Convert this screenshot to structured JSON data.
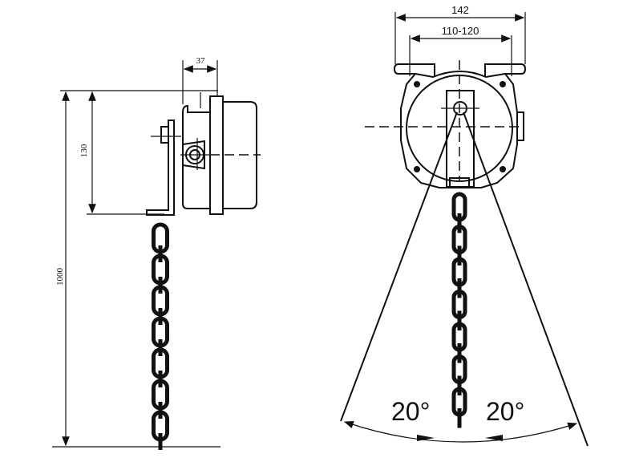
{
  "left_view": {
    "dim_width": "37",
    "dim_height_short": "130",
    "dim_height_total": "1000"
  },
  "front_view": {
    "dim_outer": "142",
    "dim_inner": "110-120",
    "angle_left": "20°",
    "angle_right": "20°"
  },
  "colors": {
    "line": "#111111",
    "background": "#ffffff"
  }
}
